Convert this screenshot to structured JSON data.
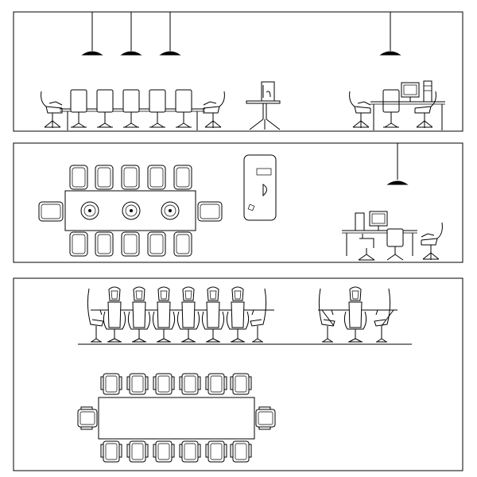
{
  "sheet": {
    "background": "#ffffff",
    "line_color": "#000000",
    "panels": [
      {
        "id": "elevation-top",
        "content": [
          "pendant-lamp",
          "pendant-lamp",
          "pendant-lamp",
          "pendant-lamp",
          "office-chair",
          "conference-chair",
          "conference-chair",
          "conference-chair",
          "conference-chair",
          "conference-chair",
          "office-chair",
          "lectern",
          "office-chair",
          "conference-chair",
          "workstation-desk",
          "office-chair"
        ]
      },
      {
        "id": "plan-and-elevation-middle",
        "content": [
          "conference-table-plan",
          "conference-chair-plan",
          "lectern-plan",
          "pendant-lamp",
          "workstation-desk",
          "office-chair"
        ]
      },
      {
        "id": "elevation-and-plan-bottom",
        "content": [
          "conference-chair-front",
          "conference-table-plan",
          "conference-chair-plan"
        ]
      }
    ]
  }
}
